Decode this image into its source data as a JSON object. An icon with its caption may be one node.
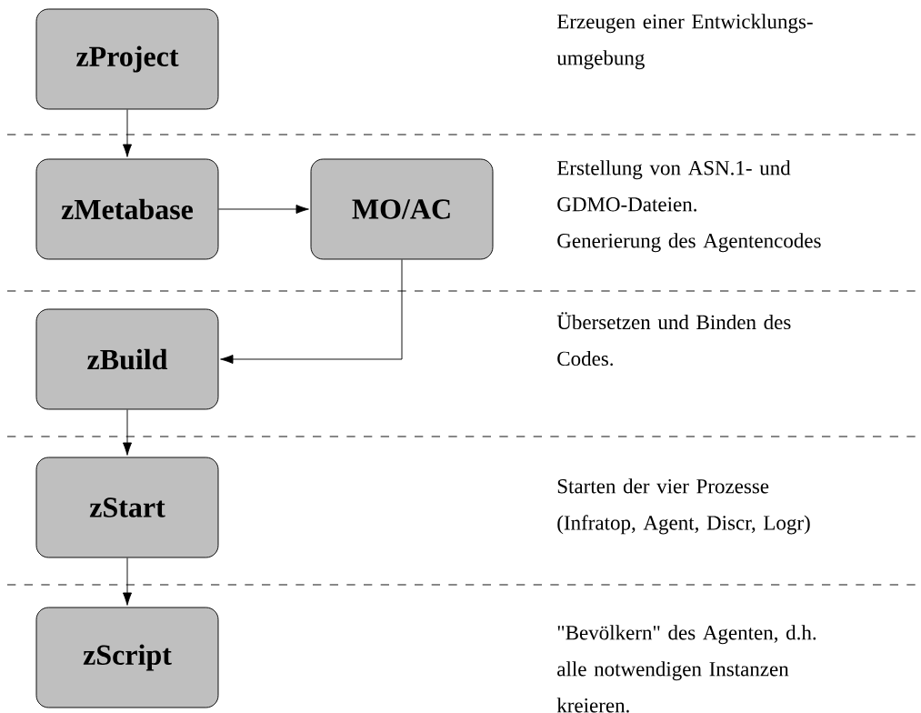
{
  "diagram": {
    "nodes": [
      {
        "text": [
          "zProject"
        ]
      },
      {
        "text": [
          "zMetabase"
        ]
      },
      {
        "text": [
          "MO/AC"
        ]
      },
      {
        "text": [
          "zBuild"
        ]
      },
      {
        "text": [
          "zStart"
        ]
      },
      {
        "text": [
          "zScript"
        ]
      }
    ],
    "edges": [
      {
        "from": 0,
        "to": 1,
        "arrow": "to"
      },
      {
        "from": 1,
        "to": 2,
        "arrow": "to"
      },
      {
        "from": 2,
        "to": 3,
        "arrow": "to"
      },
      {
        "from": 3,
        "to": 4,
        "arrow": "to"
      },
      {
        "from": 4,
        "to": 5,
        "arrow": "to"
      }
    ],
    "labels": [
      "Erzeugen einer Entwicklungs- umgebung",
      "Erstellung von ASN.1- und GDMO-Dateien.",
      "Generierung des Agentencodes",
      "Übersetzen und Binden des Codes.",
      "Starten der vier Prozesse",
      "(Infratop, Agent, Discr, Logr)",
      "\"Bevölkern\" des Agenten, d.h. alle notwendigen Instanzen kreieren."
    ]
  }
}
